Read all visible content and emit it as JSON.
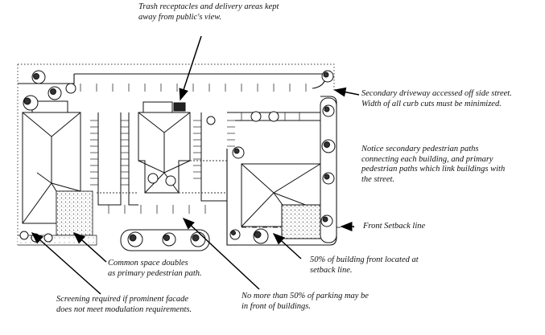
{
  "annotations": {
    "trash": [
      "Trash receptacles and delivery areas kept",
      "away from public's view."
    ],
    "driveway": [
      "Secondary driveway accessed off side street.",
      "Width of all curb cuts  must be minimized."
    ],
    "paths": [
      "Notice   secondary  pedestrian  paths",
      "connecting  each building,  and  primary",
      "pedestrian paths which link buildings with",
      "the street."
    ],
    "setback": [
      "Front Setback line"
    ],
    "common_space": [
      "Common space doubles",
      "as primary pedestrian path."
    ],
    "building_front": [
      "50% of building front located at",
      "setback line."
    ],
    "screening": [
      "Screening required if prominent facade",
      "does not meet modulation requirements."
    ],
    "parking": [
      "No more than 50% of parking may be",
      "in front of buildings."
    ]
  }
}
